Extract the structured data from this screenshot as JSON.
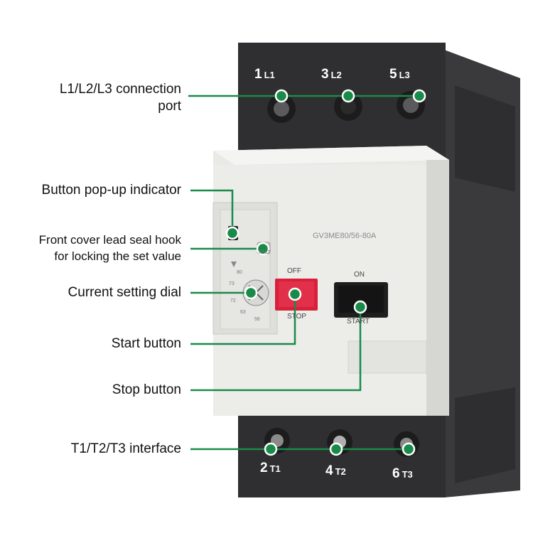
{
  "product": {
    "model": "GV3ME80/56-80A",
    "dial_scale": [
      "80",
      "73",
      "72",
      "63",
      "56"
    ],
    "test_mark": "TEST",
    "off_label": "OFF",
    "stop_label": "STOP",
    "on_label": "ON",
    "start_label": "START"
  },
  "terminals": {
    "top": [
      {
        "num": "1",
        "sub": "L1"
      },
      {
        "num": "3",
        "sub": "L2"
      },
      {
        "num": "5",
        "sub": "L3"
      }
    ],
    "bottom": [
      {
        "num": "2",
        "sub": "T1"
      },
      {
        "num": "4",
        "sub": "T2"
      },
      {
        "num": "6",
        "sub": "T3"
      }
    ]
  },
  "callouts": {
    "line_port_1": "L1/L2/L3 connection",
    "line_port_2": "port",
    "popup_indicator": "Button pop-up indicator",
    "seal_hook_1": "Front cover lead seal hook",
    "seal_hook_2": "for locking the set value",
    "current_dial": "Current setting dial",
    "start_button": "Start button",
    "stop_button": "Stop button",
    "load_interface": "T1/T2/T3 interface"
  },
  "colors": {
    "leader": "#1a8a4a",
    "housing": "#2b2b2d",
    "front_cover": "#e9e9e6",
    "stop_red": "#d8203a"
  }
}
